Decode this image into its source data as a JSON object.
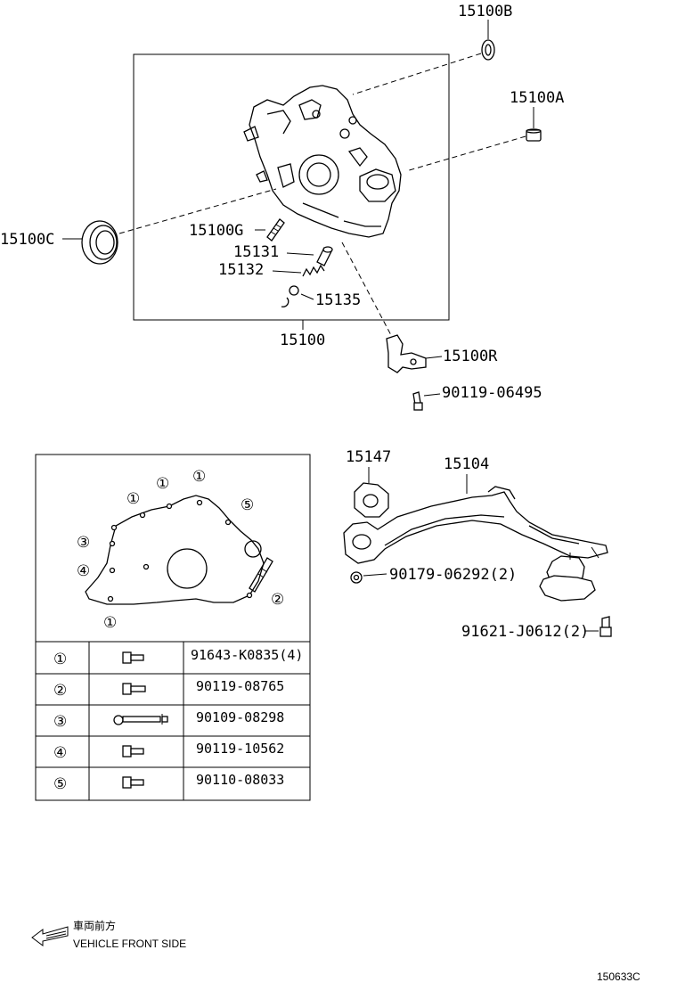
{
  "callouts": {
    "c15100B": "15100B",
    "c15100A": "15100A",
    "c15100C": "15100C",
    "c15100G": "15100G",
    "c15131": "15131",
    "c15132": "15132",
    "c15135": "15135",
    "c15100": "15100",
    "c15100R": "15100R",
    "c90119_06495": "90119-06495",
    "c15147": "15147",
    "c15104": "15104",
    "c90179_06292": "90179-06292(2)",
    "c91621_J0612": "91621-J0612(2)"
  },
  "bolt_map_markers": [
    "①",
    "①",
    "①",
    "⑤",
    "③",
    "④",
    "②",
    "①"
  ],
  "bolt_table": {
    "rows": [
      {
        "ref": "①",
        "part": "91643-K0835(4)"
      },
      {
        "ref": "②",
        "part": "90119-08765"
      },
      {
        "ref": "③",
        "part": "90109-08298"
      },
      {
        "ref": "④",
        "part": "90119-10562"
      },
      {
        "ref": "⑤",
        "part": "90110-08033"
      }
    ]
  },
  "legend": {
    "jp": "車両前方",
    "en": "VEHICLE FRONT SIDE"
  },
  "figure_id": "150633C"
}
